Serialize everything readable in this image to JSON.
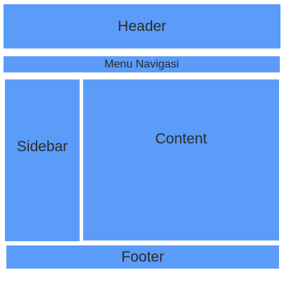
{
  "layout": {
    "header": "Header",
    "menu": "Menu Navigasi",
    "sidebar": "Sidebar",
    "content": "Content",
    "footer": "Footer"
  },
  "colors": {
    "block_fill": "#5b9cf9",
    "text": "#2b2b2b",
    "background": "#ffffff"
  }
}
